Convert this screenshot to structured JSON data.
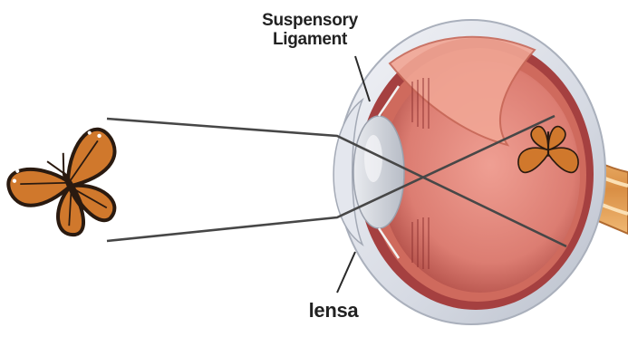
{
  "labels": {
    "suspensory_line1": "Suspensory",
    "suspensory_line2": "Ligament",
    "lens": "lensa"
  },
  "icons": {
    "object": "butterfly-icon",
    "eye": "eyeball-cross-section",
    "image": "inverted-butterfly-icon"
  },
  "colors": {
    "sclera": "#d9dde6",
    "choroid": "#9c3b3b",
    "retina": "#d06a5e",
    "vitreous": "#e58f85",
    "lens": "#c8ccd4",
    "optic_nerve": "#e6a15a",
    "rays": "#4a4a4a",
    "butterfly_wing": "#d0782c",
    "butterfly_edge": "#2a1a10"
  }
}
